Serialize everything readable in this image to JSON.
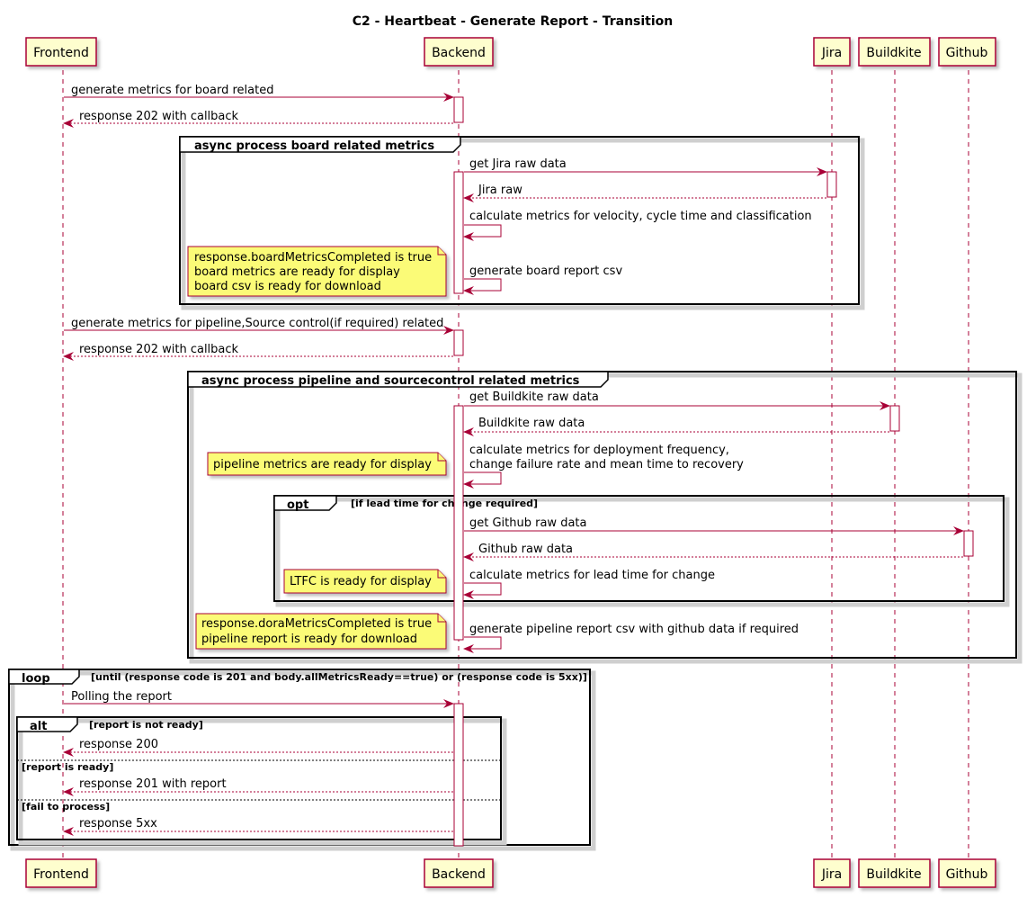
{
  "title": "C2 - Heartbeat - Generate Report - Transition",
  "participants": [
    {
      "id": "fe",
      "name": "Frontend"
    },
    {
      "id": "be",
      "name": "Backend"
    },
    {
      "id": "jira",
      "name": "Jira"
    },
    {
      "id": "bk",
      "name": "Buildkite"
    },
    {
      "id": "gh",
      "name": "Github"
    }
  ],
  "groups": [
    {
      "id": "g1",
      "kind": "group",
      "label": "async process board related metrics",
      "condition": ""
    },
    {
      "id": "g2",
      "kind": "group",
      "label": "async process pipeline and sourcecontrol related metrics",
      "condition": ""
    },
    {
      "id": "g3",
      "kind": "opt",
      "label": "opt",
      "condition": "[if lead time for change required]"
    },
    {
      "id": "g4",
      "kind": "loop",
      "label": "loop",
      "condition": "[until (response code is 201 and body.allMetricsReady==true) or (response code is 5xx)]"
    },
    {
      "id": "g5",
      "kind": "alt",
      "label": "alt",
      "condition": "[report is not ready]",
      "else": [
        "[report is ready]",
        "[fail to process]"
      ]
    }
  ],
  "messages": [
    {
      "from": "fe",
      "to": "be",
      "style": "solid",
      "text": [
        "generate metrics for board related"
      ]
    },
    {
      "from": "be",
      "to": "fe",
      "style": "dashed",
      "text": [
        "response 202 with callback"
      ]
    },
    {
      "from": "be",
      "to": "jira",
      "style": "solid",
      "text": [
        "get Jira raw data"
      ]
    },
    {
      "from": "jira",
      "to": "be",
      "style": "dashed",
      "text": [
        "Jira raw"
      ]
    },
    {
      "from": "be",
      "to": "be",
      "style": "self",
      "text": [
        "calculate metrics for velocity, cycle time and classification"
      ]
    },
    {
      "from": "be",
      "to": "be",
      "style": "self",
      "text": [
        "generate board report csv"
      ]
    },
    {
      "from": "fe",
      "to": "be",
      "style": "solid",
      "text": [
        "generate metrics for pipeline,Source control(if required) related"
      ]
    },
    {
      "from": "be",
      "to": "fe",
      "style": "dashed",
      "text": [
        "response 202 with callback"
      ]
    },
    {
      "from": "be",
      "to": "bk",
      "style": "solid",
      "text": [
        "get Buildkite raw data"
      ]
    },
    {
      "from": "bk",
      "to": "be",
      "style": "dashed",
      "text": [
        "Buildkite raw data"
      ]
    },
    {
      "from": "be",
      "to": "be",
      "style": "self",
      "text": [
        "calculate metrics for deployment frequency,",
        "change failure rate and mean time to recovery"
      ]
    },
    {
      "from": "be",
      "to": "gh",
      "style": "solid",
      "text": [
        "get Github raw data"
      ]
    },
    {
      "from": "gh",
      "to": "be",
      "style": "dashed",
      "text": [
        "Github raw data"
      ]
    },
    {
      "from": "be",
      "to": "be",
      "style": "self",
      "text": [
        "calculate metrics for lead time for change"
      ]
    },
    {
      "from": "be",
      "to": "be",
      "style": "self",
      "text": [
        "generate pipeline report csv with github data if required"
      ]
    },
    {
      "from": "fe",
      "to": "be",
      "style": "solid",
      "text": [
        "Polling the report"
      ]
    },
    {
      "from": "be",
      "to": "fe",
      "style": "dashed",
      "text": [
        "response 200"
      ]
    },
    {
      "from": "be",
      "to": "fe",
      "style": "dashed",
      "text": [
        "response 201 with report"
      ]
    },
    {
      "from": "be",
      "to": "fe",
      "style": "dashed",
      "text": [
        "response 5xx"
      ]
    }
  ],
  "notes": [
    {
      "text": [
        "response.boardMetricsCompleted is true",
        "board metrics are ready for display",
        "board csv is ready for download"
      ]
    },
    {
      "text": [
        "pipeline metrics are ready for display"
      ]
    },
    {
      "text": [
        "LTFC is ready for display"
      ]
    },
    {
      "text": [
        "response.doraMetricsCompleted is true",
        "pipeline report is ready for download"
      ]
    }
  ],
  "colors": {
    "participant_fill": "#FEFECE",
    "border": "#A80036",
    "note_fill": "#FBFB77",
    "frame": "#000000",
    "background": "#FFFFFF"
  }
}
